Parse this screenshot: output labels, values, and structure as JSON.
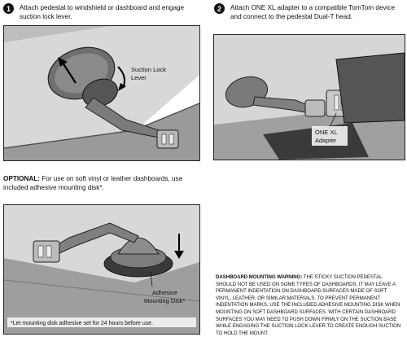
{
  "steps": [
    {
      "number": "1",
      "text": "Attach pedestal to windshield or dashboard and engage suction lock lever.",
      "callout": [
        "Suction Lock",
        "Lever"
      ]
    },
    {
      "number": "2",
      "text": "Attach ONE XL adapter to a compatible TomTom device and connect to the pedestal Dual-T head.",
      "callout": [
        "ONE XL",
        "Adapter"
      ]
    }
  ],
  "optional": {
    "heading": "OPTIONAL:",
    "text": " For use on soft vinyl or leather dashboards, use included adhesive mounting disk*.",
    "callout": [
      "Adhesive",
      "Mounting Disk*"
    ],
    "footnote": "*Let mounting disk adhesive set for 24 hours before use."
  },
  "warning": {
    "heading": "DASHBOARD MOUNTING WARNING:",
    "text": " The sticky suction pedestal should not be used on some types of dashboards. It may leave a permanent indentation on dashboard surfaces made of soft vinyl, leather, or similar materials. To prevent permanent indentation marks, use the included adhesive mounting disk when mounting on soft dashboard surfaces. With certain dashboard surfaces you may need to push down firmly on the suction base while engaging the suction lock lever to create enough suction to hold the mount."
  }
}
